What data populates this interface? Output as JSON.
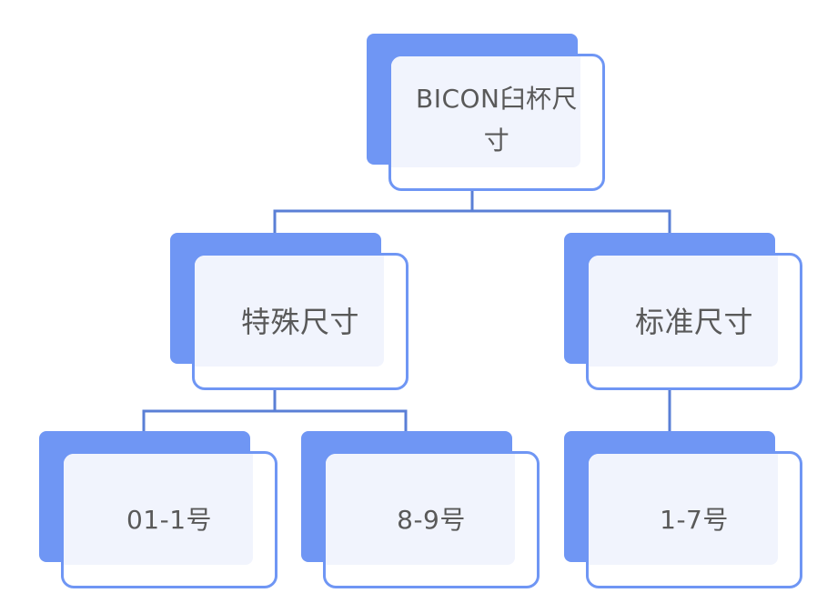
{
  "diagram": {
    "root": {
      "label": "BICON臼杯尺寸"
    },
    "special": {
      "label": "特殊尺寸"
    },
    "standard": {
      "label": "标准尺寸"
    },
    "leaf_01_1": {
      "label": "01-1号"
    },
    "leaf_8_9": {
      "label": "8-9号"
    },
    "leaf_1_7": {
      "label": "1-7号"
    }
  },
  "colors": {
    "accent": "#6f96f4",
    "connector": "#5a7fd6",
    "inner_fill": "#f1f4fd",
    "text": "#595959"
  }
}
